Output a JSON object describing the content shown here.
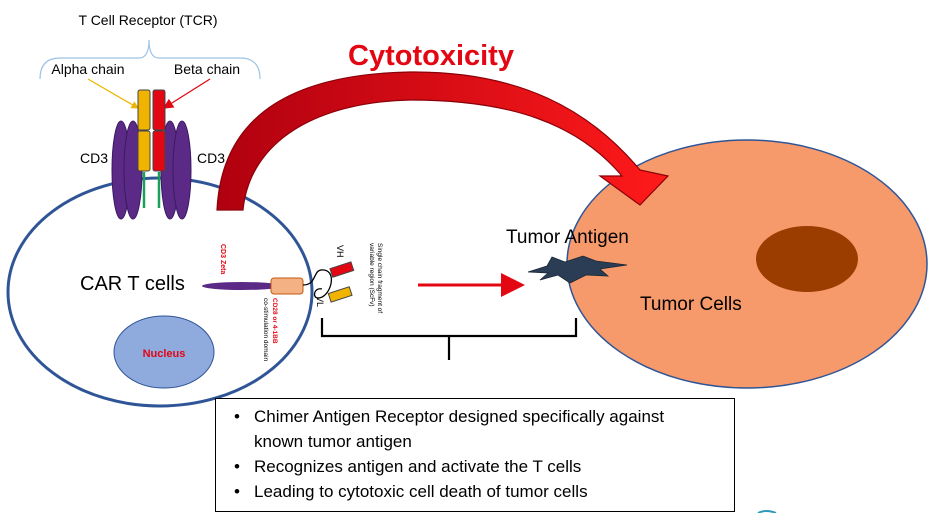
{
  "tcr": {
    "title": "T Cell Receptor (TCR)",
    "alpha_chain": "Alpha chain",
    "beta_chain": "Beta chain",
    "cd3_left": "CD3",
    "cd3_right": "CD3"
  },
  "process": {
    "cytotoxicity": "Cytotoxicity"
  },
  "car_cell": {
    "label": "CAR T cells",
    "nucleus": "Nucleus",
    "cd3_zeta": "CD3 Zeta",
    "costim_red": "CD28 or 4-1BB",
    "costim_black": "co-stimulation domain",
    "vh": "VH",
    "vl": "VL",
    "scfv_line1": "Single chain fragment of",
    "scfv_line2": "variable region (ScFv)"
  },
  "tumor": {
    "antigen": "Tumor Antigen",
    "cells": "Tumor Cells"
  },
  "bullets": [
    {
      "line1": "Chimer Antigen Receptor designed specifically against",
      "line2": "known tumor antigen"
    },
    {
      "line1": "Recognizes antigen and activate the T cells"
    },
    {
      "line1": "Leading to cytotoxic cell death of tumor cells"
    }
  ],
  "colors": {
    "red": "#e30613",
    "cell_border": "#2f5597",
    "tumor_fill": "#f79a6b",
    "tumor_nucleus": "#9b3d00",
    "nucleus_fill": "#8faadc",
    "purple": "#5b2a86",
    "yellow": "#f0b400",
    "green": "#1aa05a"
  }
}
